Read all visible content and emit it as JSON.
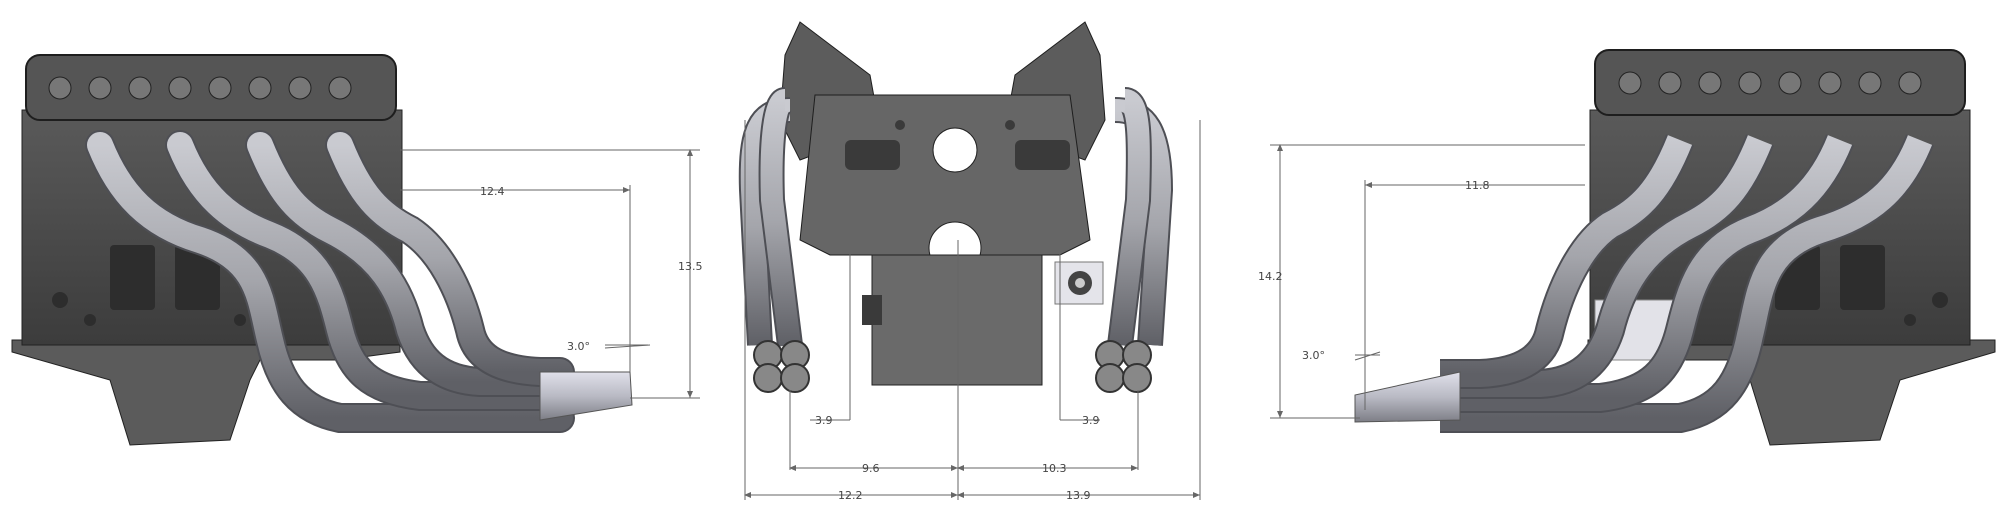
{
  "views": {
    "left": {
      "dimensions": {
        "horizontal_offset": "12.4",
        "height": "13.5",
        "angle": "3.0°"
      }
    },
    "front": {
      "dimensions": {
        "left_collector_height": "3.9",
        "right_collector_height": "3.9",
        "left_collector_width": "9.6",
        "right_collector_width": "10.3",
        "left_overall_width": "12.2",
        "right_overall_width": "13.9"
      }
    },
    "right": {
      "dimensions": {
        "horizontal_offset": "11.8",
        "height": "14.2",
        "angle": "3.0°"
      }
    }
  },
  "colors": {
    "engine_dark": "#4a4a4a",
    "engine_mid": "#6b6b6b",
    "engine_light": "#8d8d8d",
    "pipe": "#a9aab0",
    "pipe_dark": "#6e6f75",
    "collector": "#c8c8d2"
  }
}
